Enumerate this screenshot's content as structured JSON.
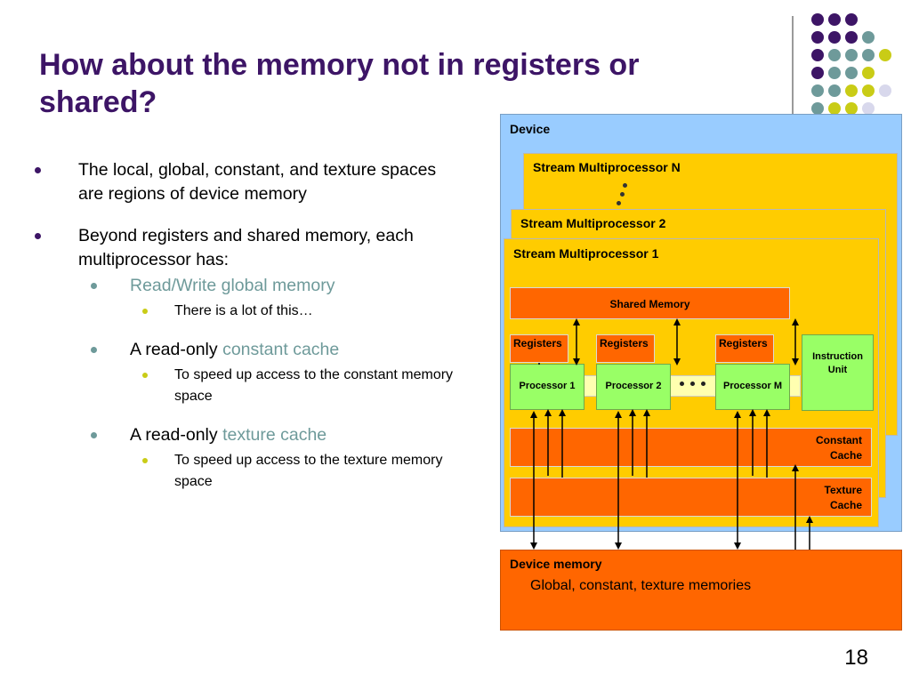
{
  "slide": {
    "title": "How about the memory not in registers or shared?",
    "page_number": "18",
    "bullets": {
      "b1": "The local, global, constant, and texture spaces are regions of device memory",
      "b2": "Beyond registers and shared memory, each multiprocessor has:",
      "b2_1": "Read/Write global memory",
      "b2_1_1": "There is a lot of this…",
      "b2_2_prefix": "A read-only ",
      "b2_2_highlight": "constant cache",
      "b2_2_1": "To speed up access to the constant memory space",
      "b2_3_prefix": "A read-only ",
      "b2_3_highlight": "texture cache",
      "b2_3_1": "To speed up access to the texture memory space"
    }
  },
  "diagram": {
    "device": "Device",
    "sm_n": "Stream Multiprocessor N",
    "sm_2": "Stream Multiprocessor 2",
    "sm_1": "Stream Multiprocessor 1",
    "shared_memory": "Shared Memory",
    "registers": "Registers",
    "processor_1": "Processor 1",
    "processor_2": "Processor 2",
    "processor_m": "Processor M",
    "instruction_unit": "Instruction Unit",
    "constant_cache": "Constant Cache",
    "texture_cache": "Texture Cache",
    "device_memory": "Device memory",
    "device_memory_desc": "Global, constant, texture memories"
  },
  "colors": {
    "title": "#3d1566",
    "accent_teal": "#6e9a9a",
    "accent_yellow": "#c9cc16",
    "device_bg": "#99ccff",
    "sm_bg": "#ffcc00",
    "memory_orange": "#ff6600",
    "processor_green": "#99ff66"
  }
}
